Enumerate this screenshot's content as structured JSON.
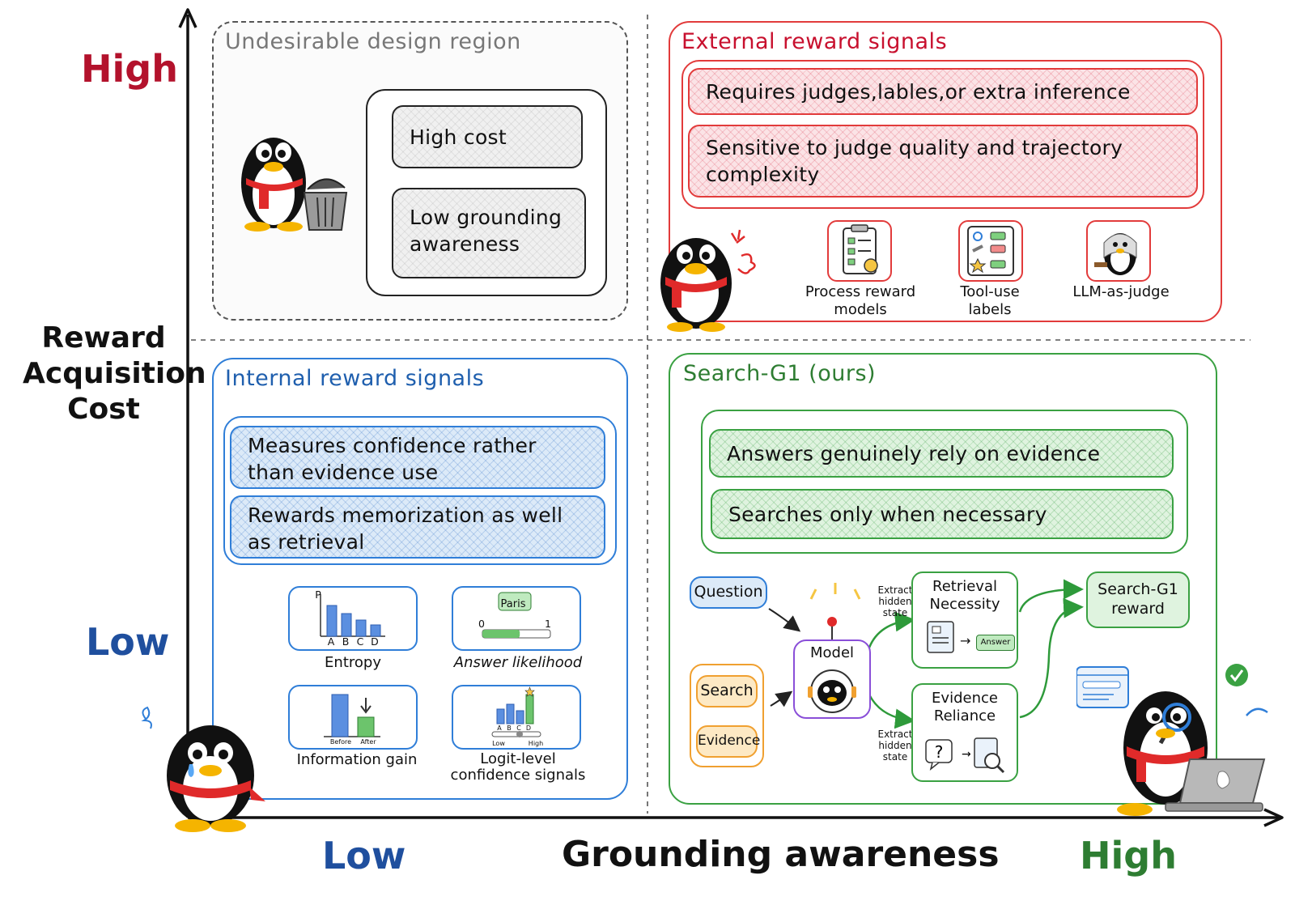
{
  "axes": {
    "y_label": "Reward\nAcquisition\nCost",
    "y_high": "High",
    "y_low": "Low",
    "x_label": "Grounding awareness",
    "x_low": "Low",
    "x_high": "High"
  },
  "colors": {
    "red": "#c8102e",
    "blue": "#1f4f9e",
    "green": "#2e7d32",
    "gray": "#777777",
    "orange": "#f0a030",
    "purple": "#8a4fd8"
  },
  "undesirable": {
    "title": "Undesirable design region",
    "items": [
      "High cost",
      "Low grounding awareness"
    ]
  },
  "external": {
    "title": "External reward signals",
    "items": [
      "Requires judges,lables,or extra inference",
      "Sensitive to judge quality and trajectory complexity"
    ],
    "icons": [
      {
        "icon": "checklist-icon",
        "label": "Process reward\nmodels"
      },
      {
        "icon": "tool-labels-icon",
        "label": "Tool-use\nlabels"
      },
      {
        "icon": "judge-penguin-icon",
        "label": "LLM-as-judge"
      }
    ]
  },
  "internal": {
    "title": "Internal reward signals",
    "items": [
      "Measures confidence rather than evidence use",
      "Rewards memorization as well as retrieval"
    ],
    "cards": [
      {
        "icon": "entropy-bar-icon",
        "label": "Entropy",
        "axis": "P",
        "ticks": [
          "A",
          "B",
          "C",
          "D"
        ]
      },
      {
        "icon": "likelihood-icon",
        "label": "Answer likelihood",
        "tag": "Paris",
        "min": "0",
        "max": "1",
        "value": 0.55
      },
      {
        "icon": "info-gain-icon",
        "label": "Information gain",
        "ticks": [
          "Before",
          "After"
        ]
      },
      {
        "icon": "logit-icon",
        "label": "Logit-level\nconfidence signals",
        "ticks": [
          "A",
          "B",
          "C",
          "D"
        ],
        "slider": [
          "Low",
          "High"
        ]
      }
    ]
  },
  "search_g1": {
    "title": "Search-G1 (ours)",
    "items": [
      "Answers genuinely rely on evidence",
      "Searches only when necessary"
    ],
    "flow": {
      "question": "Question",
      "search": "Search",
      "evidence": "Evidence",
      "model": "Model",
      "extract": "Extract\nhidden\nstate",
      "retrieval": "Retrieval\nNecessity",
      "answer_tag": "Answer",
      "reliance": "Evidence\nReliance",
      "reward": "Search-G1\nreward"
    }
  }
}
